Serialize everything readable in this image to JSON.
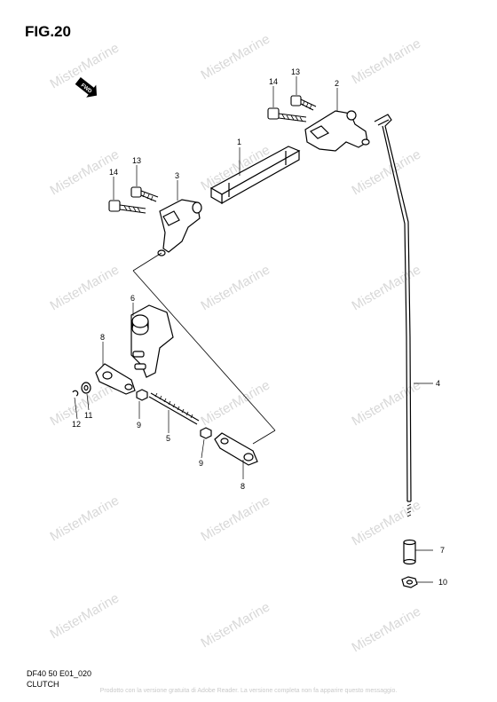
{
  "figure": {
    "title": "FIG.20",
    "model_code": "DF40 50 E01_020",
    "section": "CLUTCH"
  },
  "watermark": {
    "text": "MisterMarine",
    "color": "#d8d8d8"
  },
  "footer": {
    "note": "Prodotto con la versione gratuita di Adobe Reader. La versione completa non fa apparire questo messaggio."
  },
  "direction_badge": {
    "text": "FWD"
  },
  "callouts": [
    {
      "id": "callout-1",
      "label": "1"
    },
    {
      "id": "callout-2",
      "label": "2"
    },
    {
      "id": "callout-3",
      "label": "3"
    },
    {
      "id": "callout-4",
      "label": "4"
    },
    {
      "id": "callout-5",
      "label": "5"
    },
    {
      "id": "callout-6",
      "label": "6"
    },
    {
      "id": "callout-7",
      "label": "7"
    },
    {
      "id": "callout-8a",
      "label": "8"
    },
    {
      "id": "callout-8b",
      "label": "8"
    },
    {
      "id": "callout-9a",
      "label": "9"
    },
    {
      "id": "callout-9b",
      "label": "9"
    },
    {
      "id": "callout-10",
      "label": "10"
    },
    {
      "id": "callout-11",
      "label": "11"
    },
    {
      "id": "callout-12",
      "label": "12"
    },
    {
      "id": "callout-13a",
      "label": "13"
    },
    {
      "id": "callout-13b",
      "label": "13"
    },
    {
      "id": "callout-14a",
      "label": "14"
    },
    {
      "id": "callout-14b",
      "label": "14"
    }
  ]
}
